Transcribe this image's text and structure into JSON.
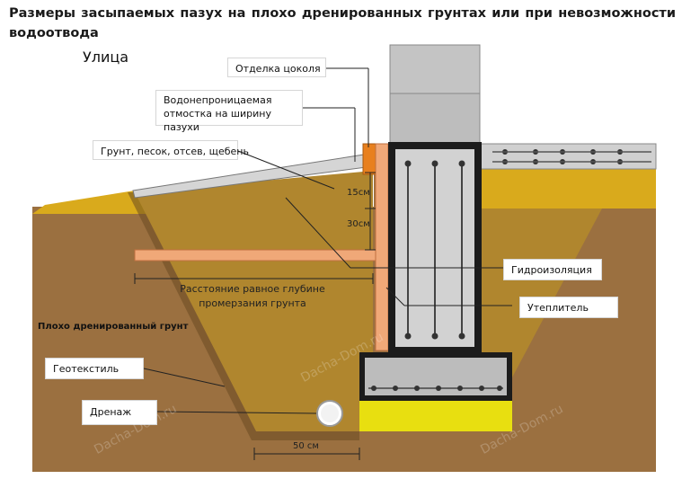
{
  "title": "Размеры засыпаемых пазух на плохо дренированных грунтах или при невозможности водоотвода",
  "street_label": "Улица",
  "labels": {
    "plinth_finish": "Отделка цоколя",
    "blind_area": "Водонепроницаемая отмостка на ширину пазухи",
    "backfill": "Грунт, песок, отсев, щебень",
    "waterproofing": "Гидроизоляция",
    "insulation": "Утеплитель",
    "poorly_drained_soil": "Плохо дренированный грунт",
    "geotextile": "Геотекстиль",
    "drainage": "Дренаж"
  },
  "dimensions": {
    "layer_top": "15см",
    "layer_mid": "30см",
    "bottom_width": "50 см",
    "freeze_depth_note": "Расстояние равное глубине промерзания грунта"
  },
  "watermark": "Dacha-Dom.ru",
  "colors": {
    "soil": "#9b7040",
    "sand": "#d9aa1c",
    "concrete": "#c8c8c8",
    "insulation": "#f0a878",
    "footing_dark": "#1c1c1c",
    "drain_bed": "#e8df10"
  }
}
